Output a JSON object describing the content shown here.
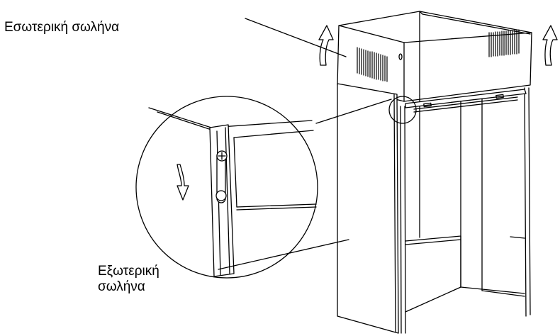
{
  "labels": {
    "inner_pipe": "Εσωτερική σωλήνα",
    "outer_pipe_line1": "Εξωτερική",
    "outer_pipe_line2": "σωλήνα"
  },
  "colors": {
    "stroke": "#000000",
    "background": "#ffffff"
  }
}
